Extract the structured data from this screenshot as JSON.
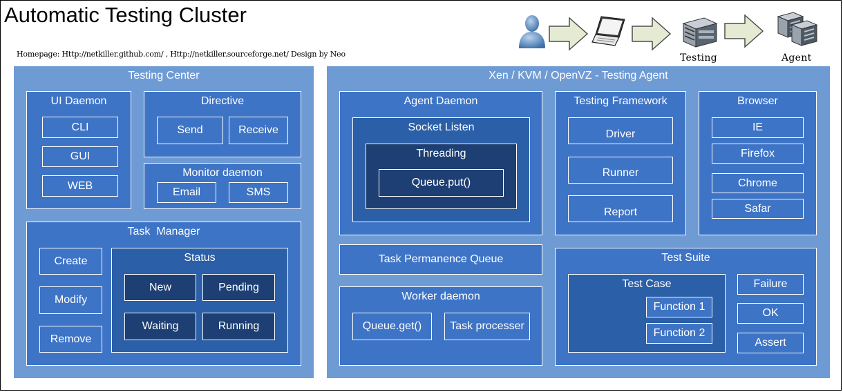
{
  "title": "Automatic Testing Cluster",
  "homepage": "Homepage: Http://netkiller.github.com/ , Http://netkiller.sourceforge.net/  Design by Neo",
  "header_icons": {
    "testing_label": "Testing",
    "agent_label": "Agent",
    "icons": [
      "user-icon",
      "arrow-right-icon",
      "laptop-icon",
      "arrow-right-icon",
      "server-icon",
      "arrow-right-icon",
      "server-rack-icon"
    ]
  },
  "testing_center": {
    "title": "Testing Center",
    "ui_daemon": {
      "title": "UI Daemon",
      "items": [
        "CLI",
        "GUI",
        "WEB"
      ]
    },
    "directive": {
      "title": "Directive",
      "items": [
        "Send",
        "Receive"
      ]
    },
    "monitor_daemon": {
      "title": "Monitor daemon",
      "items": [
        "Email",
        "SMS"
      ]
    },
    "task_manager": {
      "title": "Task  Manager",
      "actions": [
        "Create",
        "Modify",
        "Remove"
      ],
      "status": {
        "title": "Status",
        "items": [
          "New",
          "Pending",
          "Waiting",
          "Running"
        ]
      }
    }
  },
  "testing_agent": {
    "title": "Xen / KVM / OpenVZ - Testing Agent",
    "agent_daemon": {
      "title": "Agent Daemon",
      "socket_listen": {
        "title": "Socket Listen",
        "threading": {
          "title": "Threading",
          "queue_put": "Queue.put()"
        }
      }
    },
    "task_queue": "Task Permanence Queue",
    "worker_daemon": {
      "title": "Worker daemon",
      "items": [
        "Queue.get()",
        "Task processer"
      ]
    },
    "testing_framework": {
      "title": "Testing Framework",
      "items": [
        "Driver",
        "Runner",
        "Report"
      ]
    },
    "browser": {
      "title": "Browser",
      "items": [
        "IE",
        "Firefox",
        "Chrome",
        "Safar"
      ]
    },
    "test_suite": {
      "title": "Test Suite",
      "test_case": {
        "title": "Test Case",
        "functions": [
          "Function 1",
          "Function 2"
        ]
      },
      "results": [
        "Failure",
        "OK",
        "Assert"
      ]
    }
  },
  "colors": {
    "level1": "#6f9bd4",
    "level2": "#3e74c6",
    "level3": "#2b5fa8",
    "level4": "#1d3f73",
    "border": "#ffffff"
  }
}
